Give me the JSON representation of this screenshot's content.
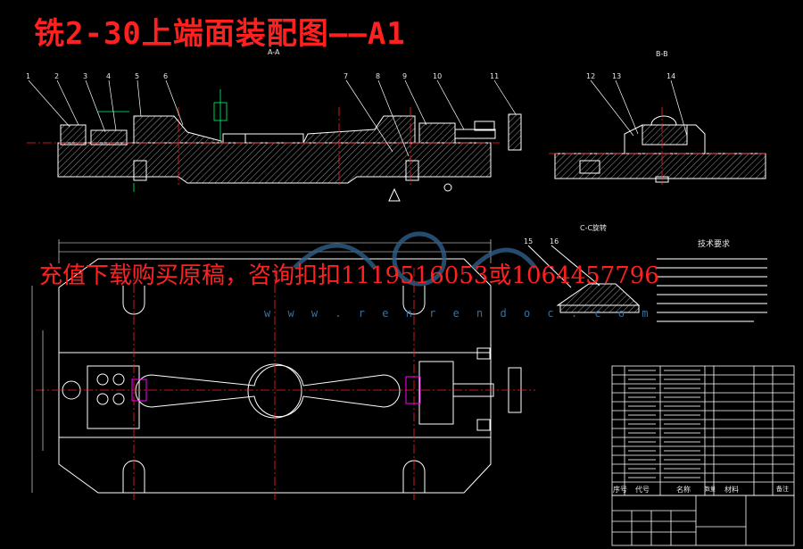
{
  "title": "铣2-30上端面装配图——A1",
  "banner": "充值下载购买原稿，咨询扣扣1119516053或1064457796",
  "watermark_url": "w w w . r e n r e n d o c . c o m",
  "view_labels": {
    "a_a": "A-A",
    "b_b": "B-B",
    "c_c": "C-C旋转"
  },
  "tech_req_title": "技术要求",
  "part_numbers": [
    "1",
    "2",
    "3",
    "4",
    "5",
    "6",
    "7",
    "8",
    "9",
    "10",
    "11",
    "12",
    "13",
    "14",
    "15",
    "16"
  ],
  "table_header": {
    "seq": "序号",
    "code": "代号",
    "name": "名称",
    "qty": "数量",
    "material": "材料",
    "note": "备注"
  },
  "colors": {
    "outline": "#ffffff",
    "center": "#ff2020",
    "dim": "#ffffff",
    "accent": "#00ff66",
    "fixture": "#ff00ff",
    "hatch": "#d0d0d0"
  }
}
